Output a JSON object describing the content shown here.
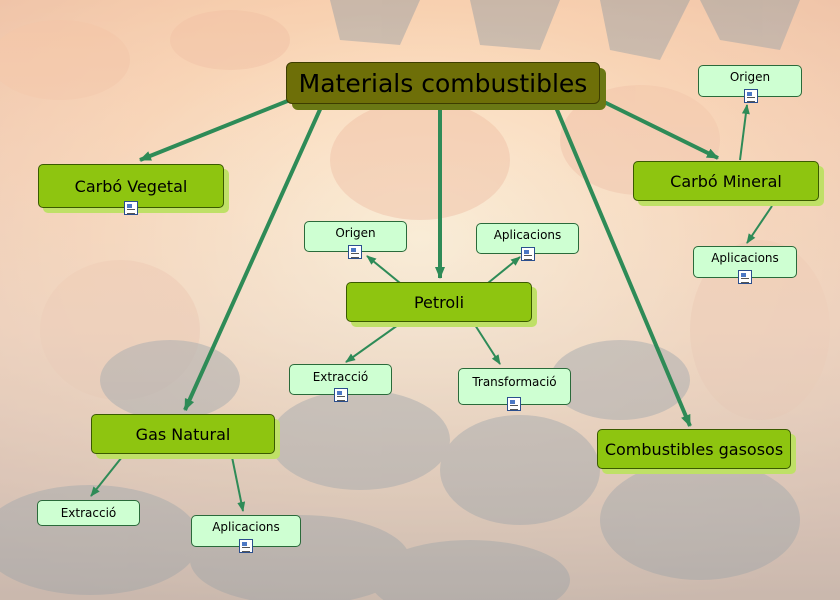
{
  "map": {
    "title": "Materials combustibles",
    "carbo_vegetal": {
      "label": "Carbó Vegetal",
      "icon": "document-icon"
    },
    "carbo_mineral": {
      "label": "Carbó Mineral",
      "origen": "Origen",
      "aplicacions": "Aplicacions"
    },
    "petroli": {
      "label": "Petroli",
      "origen": "Origen",
      "aplicacions": "Aplicacions",
      "extraccio": "Extracció",
      "transformacio": "Transformació"
    },
    "gas_natural": {
      "label": "Gas Natural",
      "extraccio": "Extracció",
      "aplicacions": "Aplicacions"
    },
    "combustibles_gasosos": {
      "label": "Combustibles gasosos"
    }
  },
  "colors": {
    "link": "#2e8b57",
    "main_node": "#6e6f08",
    "concept_node": "#8ec510",
    "sub_node": "#ceffd2"
  }
}
